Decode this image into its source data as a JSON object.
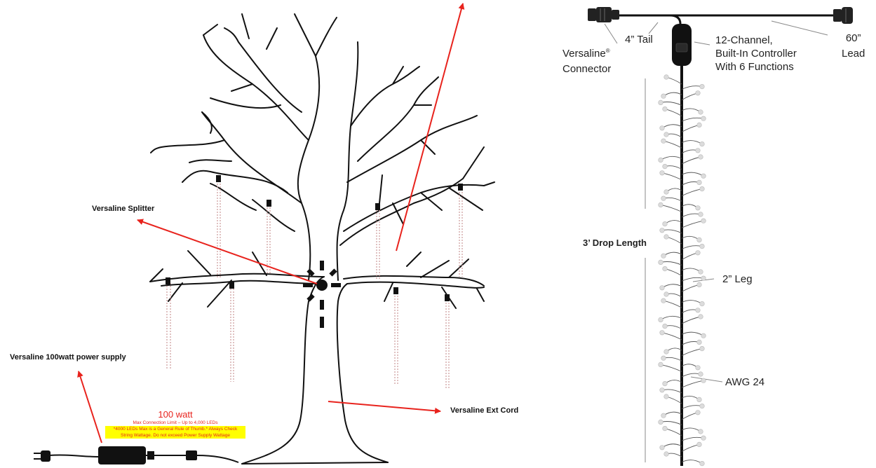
{
  "left_panel": {
    "labels": {
      "splitter": "Versaline Splitter",
      "power_supply": "Versaline 100watt power supply",
      "ext_cord": "Versaline Ext Cord",
      "wattage": "100 watt",
      "connection_limit": "Max Connection Limit – Up to 4,000 LEDs",
      "note_line1": "*4000 LEDs Max is a General Rule of Thumb.* Always Check",
      "note_line2": "String Wattage. Do not exceed Power Supply Wattage"
    }
  },
  "right_panel": {
    "labels": {
      "connector": "Versaline",
      "connector_mark": "®",
      "connector_line2": "Connector",
      "tail": "4” Tail",
      "controller_line1": "12-Channel,",
      "controller_line2": "Built-In Controller",
      "controller_line3": "With 6 Functions",
      "lead_line1": "60”",
      "lead_line2": "Lead",
      "drop_length": "3’ Drop Length",
      "leg": "2” Leg",
      "awg": "AWG 24"
    }
  },
  "colors": {
    "arrow": "#e8231d",
    "line_art": "#111111",
    "led": "#dcdcdc",
    "highlight": "#ffff00"
  }
}
